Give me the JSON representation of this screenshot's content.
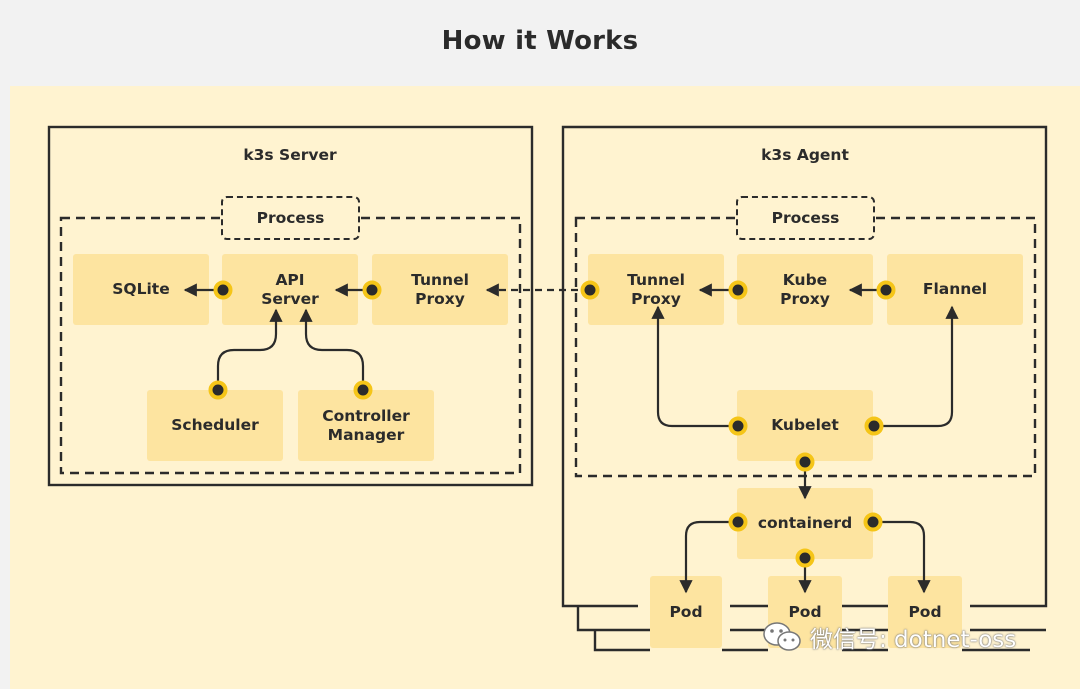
{
  "title": "How it Works",
  "server": {
    "title": "k3s Server",
    "process_label": "Process",
    "sqlite": "SQLite",
    "api_server": "API\nServer",
    "tunnel_proxy": "Tunnel\nProxy",
    "scheduler": "Scheduler",
    "controller_manager": "Controller\nManager"
  },
  "agent": {
    "title": "k3s Agent",
    "process_label": "Process",
    "tunnel_proxy": "Tunnel\nProxy",
    "kube_proxy": "Kube\nProxy",
    "flannel": "Flannel",
    "kubelet": "Kubelet",
    "containerd": "containerd",
    "pods": [
      "Pod",
      "Pod",
      "Pod"
    ]
  },
  "watermark": {
    "text": "微信号: dotnet-oss",
    "icon": "wechat-icon"
  },
  "colors": {
    "box": "#fde4a0",
    "panel": "#fff3d0",
    "port_ring": "#f5c518",
    "line": "#2b2b2b"
  }
}
